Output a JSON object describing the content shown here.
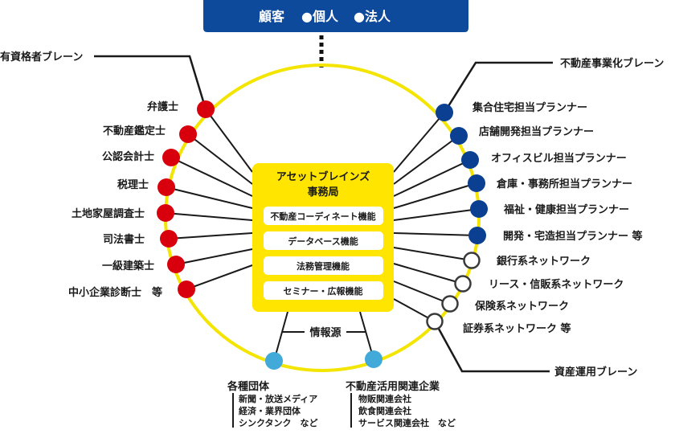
{
  "customer": {
    "title": "顧客",
    "individual": "●個人",
    "corporate": "●法人"
  },
  "center": {
    "name": "アセットブレインズ",
    "office": "事務局",
    "functions": [
      "不動産コーディネート機能",
      "データベース機能",
      "法務管理機能",
      "セミナー・広報機能"
    ]
  },
  "qualified_brain": {
    "label": "有資格者ブレーン",
    "members": [
      "弁護士",
      "不動産鑑定士",
      "公認会計士",
      "税理士",
      "土地家屋調査士",
      "司法書士",
      "一級建築士",
      "中小企業診断士　等"
    ]
  },
  "realestate_brain": {
    "label": "不動産事業化ブレーン",
    "members": [
      "集合住宅担当プランナー",
      "店舗開発担当プランナー",
      "オフィスビル担当プランナー",
      "倉庫・事務所担当プランナー",
      "福祉・健康担当プランナー",
      "開発・宅造担当プランナー 等"
    ]
  },
  "asset_brain": {
    "label": "資産運用ブレーン",
    "members": [
      "銀行系ネットワーク",
      "リース・信販系ネットワーク",
      "保険系ネットワーク",
      "証券系ネットワーク 等"
    ]
  },
  "info_source": {
    "label": "情報源",
    "groups": [
      {
        "title": "各種団体",
        "items": [
          "新聞・放送メディア",
          "経済・業界団体",
          "シンクタンク　など"
        ]
      },
      {
        "title": "不動産活用関連企業",
        "items": [
          "物販関連会社",
          "飲食関連会社",
          "サービス関連会社　など"
        ]
      }
    ]
  },
  "colors": {
    "header_blue": "#0d4a9c",
    "circle_yellow": "#f4e500",
    "box_yellow": "#ffe500",
    "qualified_red": "#d9000e",
    "planner_navy": "#0b3f91",
    "network_white": "#ffffff",
    "network_outline": "#3a3a3a",
    "info_light_blue": "#41aad8",
    "function_box_white": "#ffffff"
  }
}
